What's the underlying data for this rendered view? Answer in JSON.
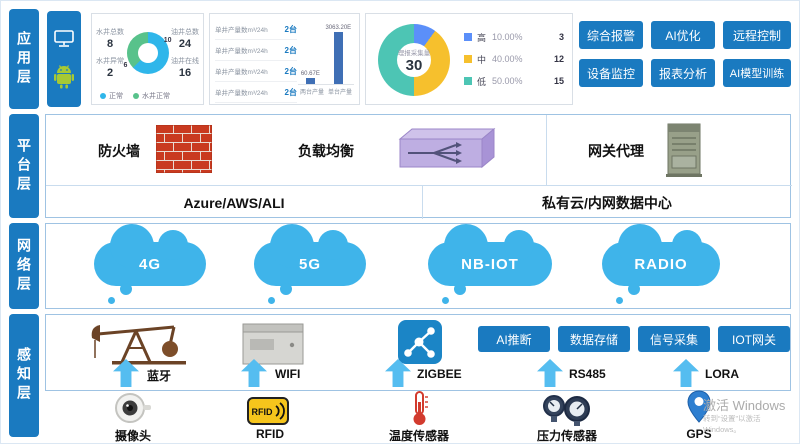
{
  "theme": {
    "accent_blue": "#1a7ac0",
    "cloud_blue": "#3fb4ea",
    "arrow_blue": "#55bdf0"
  },
  "layers": [
    {
      "label": "应用层"
    },
    {
      "label": "平台层"
    },
    {
      "label": "网络层"
    },
    {
      "label": "感知层"
    }
  ],
  "application": {
    "action_buttons": [
      "综合报警",
      "AI优化",
      "远程控制",
      "设备监控",
      "报表分析",
      "AI模型训练"
    ]
  },
  "platform": {
    "firewall_label": "防火墙",
    "load_balancer_label": "负载均衡",
    "gateway_label": "网关代理",
    "public_cloud_label": "Azure/AWS/ALI",
    "private_cloud_label": "私有云/内网数据中心"
  },
  "network": {
    "clouds": [
      "4G",
      "5G",
      "NB-IOT",
      "RADIO"
    ]
  },
  "perception": {
    "capability_buttons": [
      "AI推断",
      "数据存储",
      "信号采集",
      "IOT网关"
    ],
    "protocols": [
      "蓝牙",
      "WIFI",
      "ZIGBEE",
      "RS485",
      "LORA"
    ],
    "devices": [
      "摄像头",
      "RFID",
      "温度传感器",
      "压力传感器",
      "GPS"
    ],
    "rfid_icon_text": "RFID",
    "watermark_line1": "激活 Windows",
    "watermark_line2": "转到“设置”以激活 Windows。"
  },
  "chart_data": [
    {
      "type": "pie",
      "panel": "well-status",
      "stats": [
        {
          "label": "水井总数",
          "value": "8"
        },
        {
          "label": "水井异常",
          "value": "2"
        },
        {
          "label": "油井总数",
          "value": "24"
        },
        {
          "label": "油井在线",
          "value": "16"
        }
      ],
      "labels": [
        "正常",
        "水井正常"
      ],
      "values": [
        10,
        6
      ],
      "colors": [
        "#2fb6ea",
        "#58c28b"
      ],
      "center_values": [
        "10",
        "6"
      ],
      "legend": [
        {
          "label": "正常",
          "color": "#2fb6ea"
        },
        {
          "label": "水井正常",
          "color": "#58c28b"
        }
      ]
    },
    {
      "type": "bar",
      "panel": "production",
      "rows": [
        {
          "label": "单井产量数m³/24h",
          "value": "2台"
        },
        {
          "label": "单井产量数m³/24h",
          "value": "2台"
        },
        {
          "label": "单井产量数m³/24h",
          "value": "2台"
        },
        {
          "label": "单井产量数m³/24h",
          "value": "2台"
        }
      ],
      "categories": [
        "两台产量",
        "单台产量"
      ],
      "values": [
        60.67,
        3063.2
      ],
      "value_labels": [
        "60.67E",
        "3063.20E"
      ],
      "bar_color": "#3f6fb5"
    },
    {
      "type": "pie",
      "panel": "collection-gauge",
      "center_label": "理报采集量",
      "center_value": "30",
      "values": [
        10,
        40,
        50
      ],
      "colors": [
        "#5b8ff9",
        "#f6c02d",
        "#4dc5b4"
      ],
      "legend": [
        {
          "label": "高",
          "percent": "10.00%",
          "value": "3",
          "color": "#5b8ff9"
        },
        {
          "label": "中",
          "percent": "40.00%",
          "value": "12",
          "color": "#f6c02d"
        },
        {
          "label": "低",
          "percent": "50.00%",
          "value": "15",
          "color": "#4dc5b4"
        }
      ]
    }
  ]
}
